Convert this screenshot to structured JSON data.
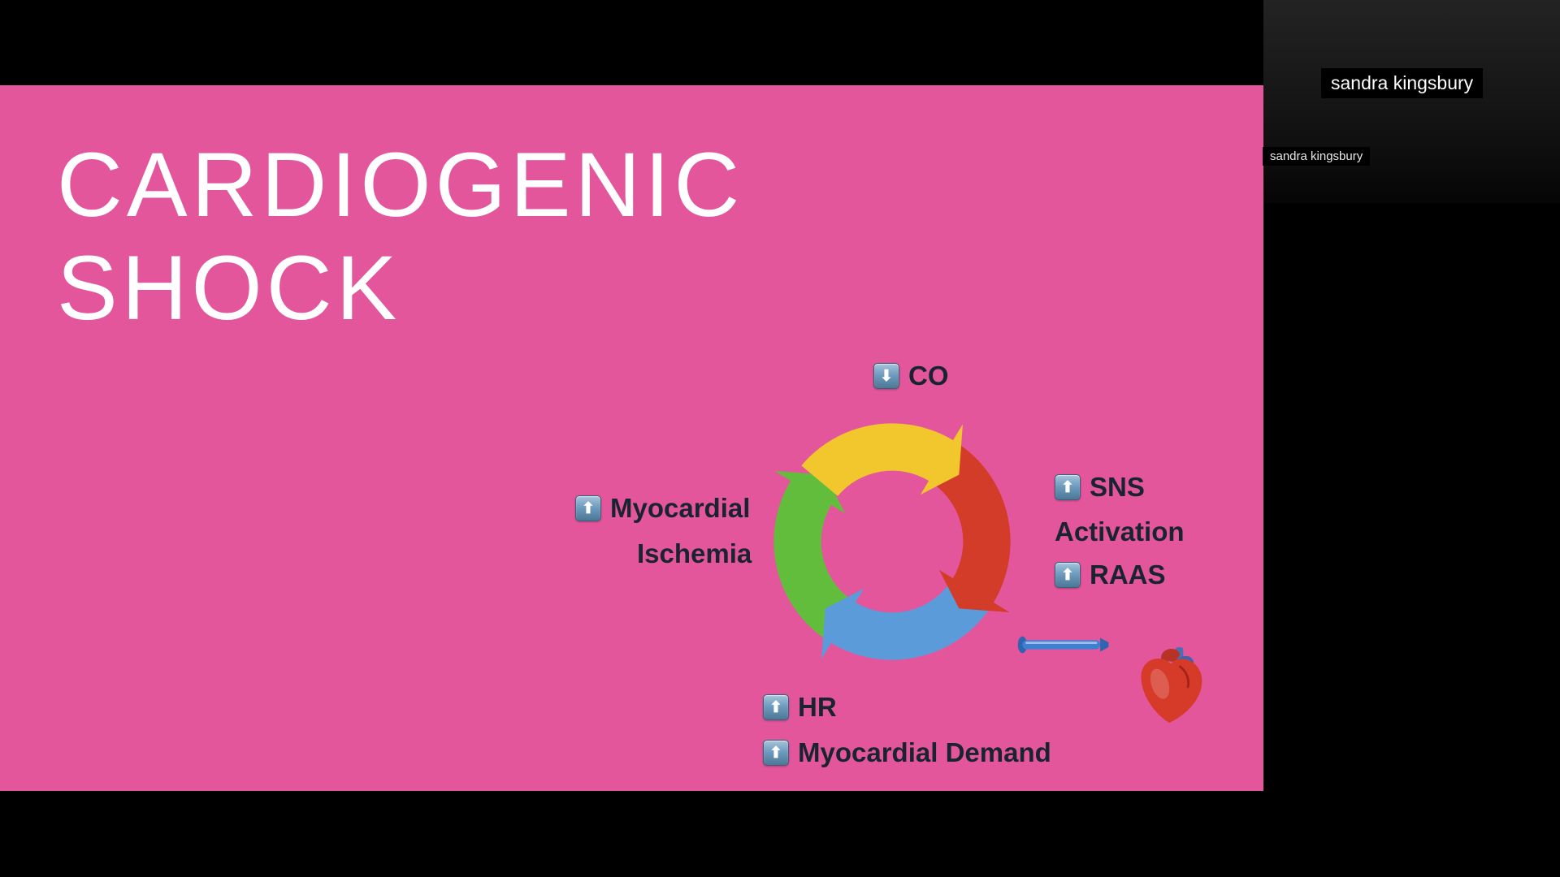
{
  "colors": {
    "slide-pink": "#e4569c",
    "label-dark": "#1a2430",
    "arrow-yellow": "#f2c72e",
    "arrow-red": "#d23c28",
    "arrow-blue": "#5b9bd9",
    "arrow-green": "#62bd3c",
    "chip-blue": "#6f9cbf"
  },
  "slide": {
    "title": {
      "line1": "CARDIOGENIC",
      "line2": "SHOCK"
    }
  },
  "diagram": {
    "icons": {
      "up": "⬆",
      "down": "⬇"
    },
    "labels": {
      "co": "CO",
      "sns": "SNS",
      "activation": "Activation",
      "raas": "RAAS",
      "myocardial": "Myocardial",
      "ischemia": "Ischemia",
      "hr": "HR",
      "myocardial_demand": "Myocardial Demand"
    }
  },
  "participants": {
    "name_overlay": "sandra kingsbury",
    "name_tag": "sandra kingsbury"
  }
}
